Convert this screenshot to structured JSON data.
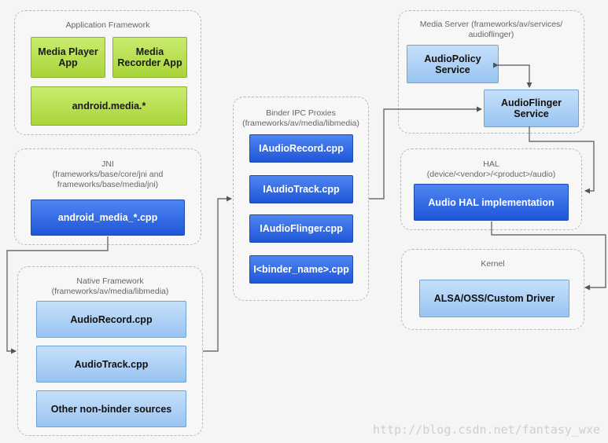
{
  "groups": {
    "app_framework": "Application Framework",
    "jni": "JNI",
    "jni_paths": [
      "(frameworks/base/core/jni and",
      "frameworks/base/media/jni)"
    ],
    "native_framework": "Native Framework",
    "native_path": "(frameworks/av/media/libmedia)",
    "binder": "Binder IPC Proxies",
    "binder_path": "(frameworks/av/media/libmedia)",
    "media_server": [
      "Media Server (frameworks/av/services/",
      "audioflinger)"
    ],
    "hal": "HAL",
    "hal_path": "(device/<vendor>/<product>/audio)",
    "kernel": "Kernel"
  },
  "boxes": {
    "media_player_app": [
      "Media Player",
      "App"
    ],
    "media_recorder_app": [
      "Media",
      "Recorder App"
    ],
    "android_media": "android.media.*",
    "android_media_cpp": "android_media_*.cpp",
    "audio_record_cpp": "AudioRecord.cpp",
    "audio_track_cpp": "AudioTrack.cpp",
    "other_sources": "Other non-binder sources",
    "iaudio_record": "IAudioRecord.cpp",
    "iaudio_track": "IAudioTrack.cpp",
    "iaudio_flinger": "IAudioFlinger.cpp",
    "ibinder_name": "I<binder_name>.cpp",
    "audio_policy": [
      "AudioPolicy",
      "Service"
    ],
    "audio_flinger": [
      "AudioFlinger",
      "Service"
    ],
    "audio_hal": "Audio HAL implementation",
    "alsa_driver": "ALSA/OSS/Custom Driver"
  },
  "colors": {
    "green_box": "#a9d43a",
    "blue_box": "#1f56d8",
    "light_blue_box": "#98c4f1",
    "group_border": "#b8b8b8",
    "arrow": "#555555"
  },
  "watermark": "http://blog.csdn.net/fantasy_wxe"
}
